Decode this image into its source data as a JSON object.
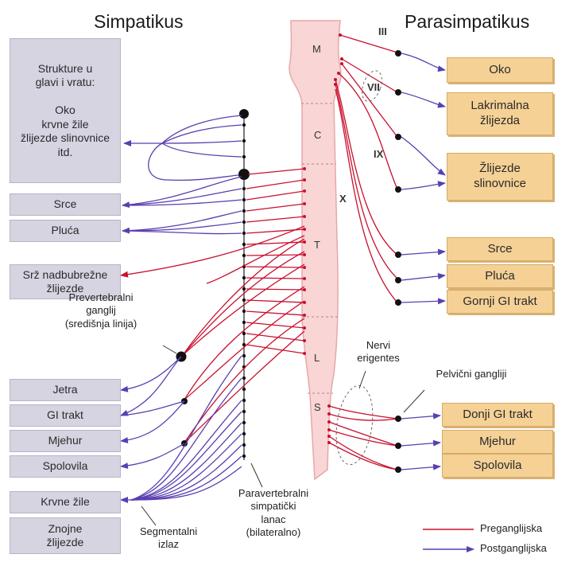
{
  "titles": {
    "left": "Simpatikus",
    "right": "Parasimpatikus"
  },
  "left_boxes": {
    "head": "Strukture u\nglavi i vratu:\n\nOko\nkrvne žile\nžlijezde slinovnice\nitd.",
    "heart": "Srce",
    "lungs": "Pluća",
    "adrenal": "Srž nadbubrežne\nžlijezde",
    "liver": "Jetra",
    "gi": "GI trakt",
    "bladder": "Mjehur",
    "genitals": "Spolovila",
    "vessels": "Krvne žile",
    "sweat": "Znojne\nžlijezde"
  },
  "right_boxes": {
    "eye": "Oko",
    "lacrimal": "Lakrimalna\nžlijezda",
    "salivary": "Žlijezde\nslinovnice",
    "heart": "Srce",
    "lungs": "Pluća",
    "upper_gi": "Gornji GI trakt",
    "lower_gi": "Donji GI trakt",
    "bladder": "Mjehur",
    "genitals": "Spolovila"
  },
  "segments": {
    "m": "M",
    "c": "C",
    "t": "T",
    "l": "L",
    "s": "S"
  },
  "nerves": {
    "iii": "III",
    "vii": "VII",
    "ix": "IX",
    "x": "X"
  },
  "notes": {
    "prevertebral": "Prevertebralni\nganglij\n(središnja linija)",
    "nervi": "Nervi\nerigentes",
    "pelvic": "Pelvični gangliji",
    "segmental": "Segmentalni\nizlaz",
    "paravertebral": "Paravertebralni\nsimpatički\nlanac\n(bilateralno)"
  },
  "legend": {
    "pre": "Preganglijska",
    "post": "Postganglijska"
  },
  "colors": {
    "pre": "#c8102e",
    "post": "#5a3fb0",
    "cord": "#f9d5d5",
    "left_box": "#d6d4e1",
    "right_box": "#f5d196"
  }
}
